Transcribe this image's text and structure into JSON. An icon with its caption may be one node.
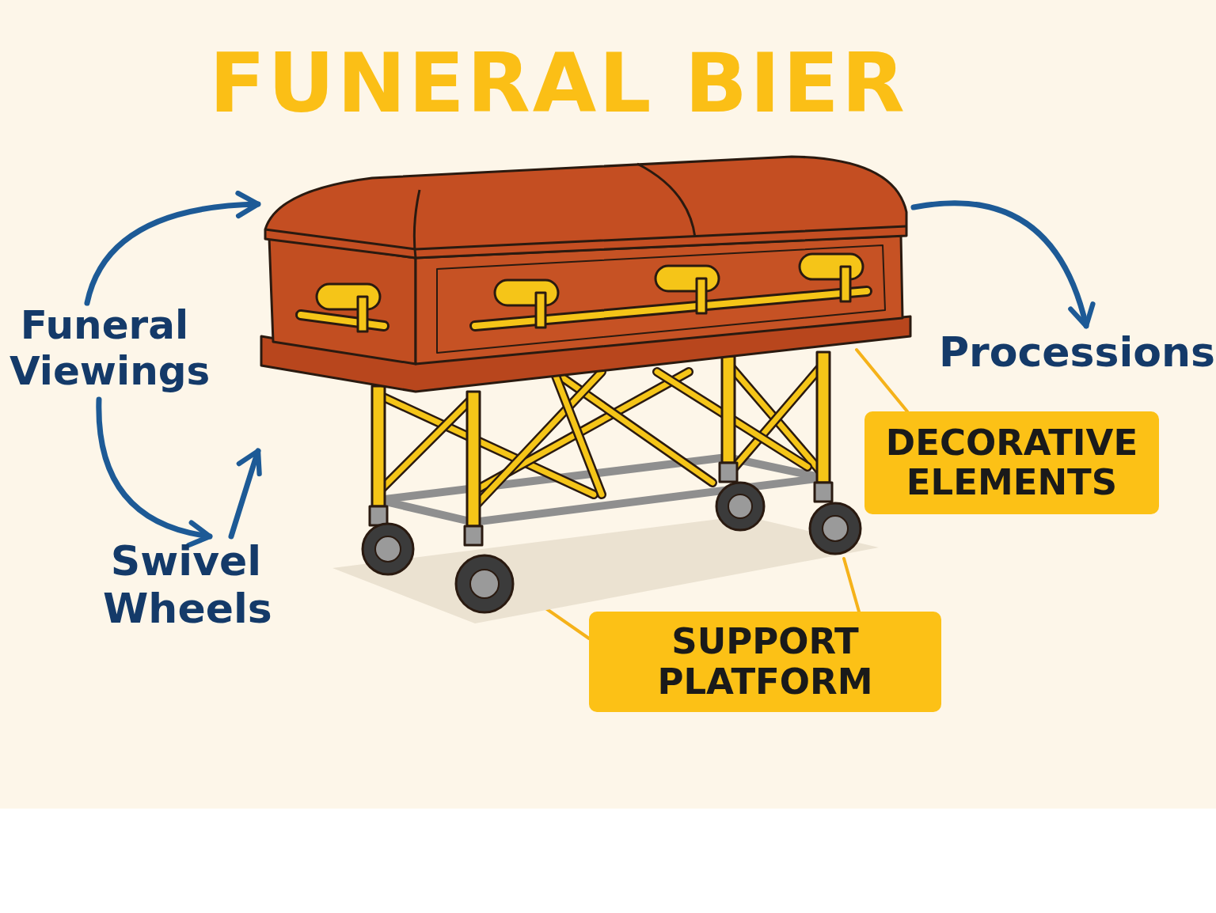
{
  "diagram": {
    "title": "FUNERAL BIER",
    "nodes": [
      {
        "text": [
          "Funeral Viewings"
        ]
      },
      {
        "text": [
          "Processions"
        ]
      },
      {
        "text": [
          "Swivel Wheels"
        ]
      },
      {
        "text": [
          "DECORATIVE ELEMENTS"
        ]
      },
      {
        "text": [
          "SUPPORT PLATFORM"
        ]
      },
      {
        "text": [],
        "shape": "picture"
      }
    ],
    "edges": [
      {
        "from": 0,
        "to": 5,
        "arrow": "to"
      },
      {
        "from": 0,
        "to": 2,
        "arrow": "to"
      },
      {
        "from": 2,
        "to": 5,
        "arrow": "to"
      },
      {
        "from": 5,
        "to": 1,
        "arrow": "to"
      },
      {
        "from": 3,
        "to": 5,
        "arrow": "none",
        "color": "#f5b21a"
      },
      {
        "from": 4,
        "to": 5,
        "arrow": "none",
        "color": "#f5b21a"
      },
      {
        "from": 4,
        "to": 5,
        "arrow": "none",
        "color": "#f5b21a"
      }
    ]
  }
}
